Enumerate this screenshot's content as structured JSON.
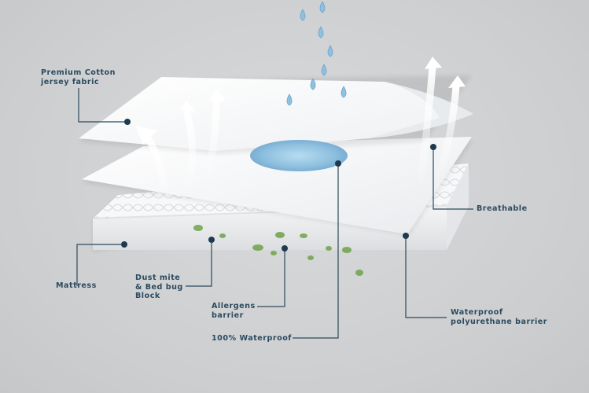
{
  "labels": {
    "cotton": "Premium Cotton\njersey fabric",
    "breathable": "Breathable",
    "mattress": "Mattress",
    "dustmite": "Dust mite\n& Bed bug\nBlock",
    "allergens": "Allergens\nbarrier",
    "waterproof": "100% Waterproof",
    "polyurethane": "Waterproof\npolyurethane barrier"
  },
  "colors": {
    "leader_line": "#2b4a5e",
    "label_text": "#2b4a5e",
    "water": "#8fc0df",
    "allergen": "#6fa34a"
  }
}
